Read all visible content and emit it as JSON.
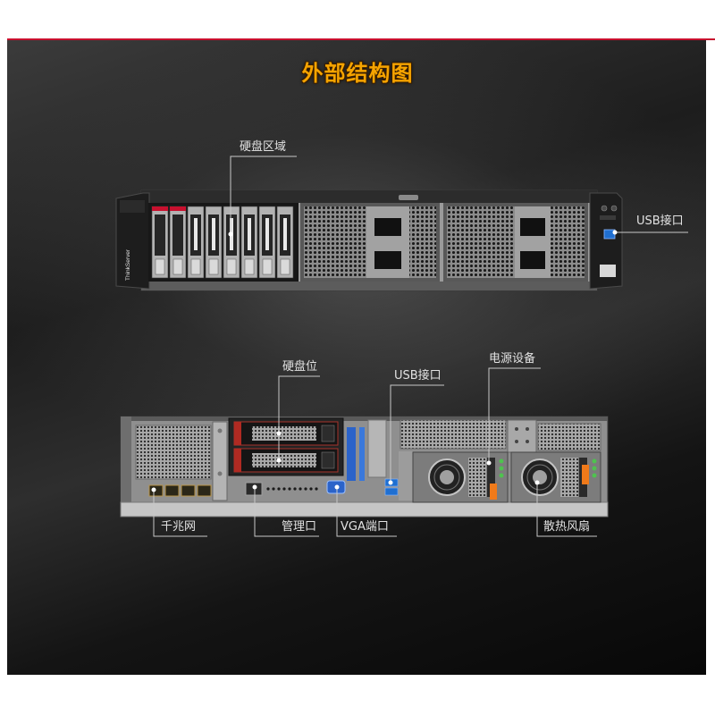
{
  "title": "外部结构图",
  "front": {
    "brand": "ThinkServer"
  },
  "labels": {
    "drive_area": "硬盘区域",
    "front_usb": "USB接口",
    "drive_bay": "硬盘位",
    "rear_usb": "USB接口",
    "power_supply": "电源设备",
    "gigabit_lan": "千兆网",
    "mgmt_port": "管理口",
    "vga_port": "VGA端口",
    "cooling_fan": "散热风扇"
  },
  "colors": {
    "title": "#f6a400",
    "accent_red": "#c8102e",
    "usb_blue": "#1f6fd1",
    "latch_orange": "#f07a1a",
    "status_led_green": "#4fc24f"
  }
}
